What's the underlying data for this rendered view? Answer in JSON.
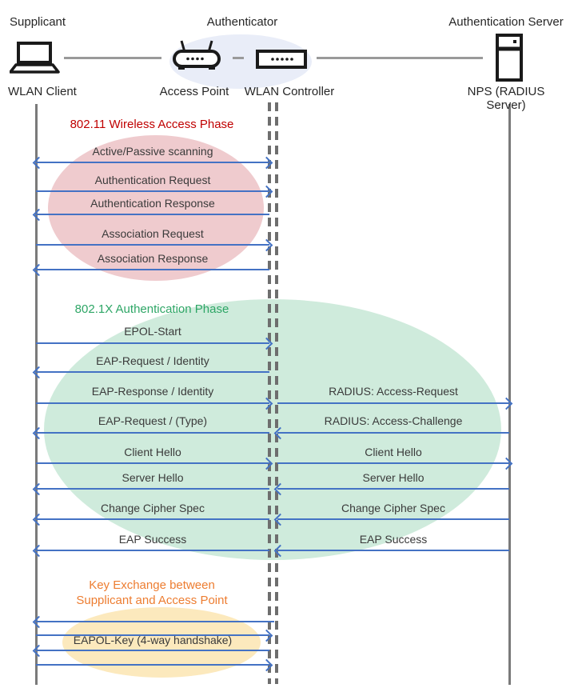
{
  "header": {
    "roles": {
      "supplicant": "Supplicant",
      "authenticator": "Authenticator",
      "auth_server": "Authentication Server"
    },
    "devices": {
      "wlan_client": "WLAN Client",
      "access_point": "Access Point",
      "wlan_controller": "WLAN Controller",
      "nps": "NPS (RADIUS Server)"
    },
    "icons": {
      "wlan_client": "laptop-icon",
      "access_point": "wireless-router-icon",
      "wlan_controller": "controller-box-icon",
      "nps": "server-tower-icon"
    }
  },
  "phases": {
    "p1": {
      "title": "802.11 Wireless Access Phase",
      "color": "#C00000",
      "ellipse_color": "#EFCBCE"
    },
    "p2": {
      "title": "802.1X Authentication Phase",
      "color": "#2EA666",
      "ellipse_color": "#CFEBDC"
    },
    "p3": {
      "line1": "Key Exchange between",
      "line2": "Supplicant and Access Point",
      "color": "#ED7D31",
      "ellipse_color": "#FCE9BD"
    }
  },
  "colors": {
    "arrow": "#4472C4",
    "lifeline": "#7a7a7a",
    "authenticator_ellipse": "#E9EDF8"
  },
  "messages": [
    {
      "label": "Active/Passive scanning",
      "segment": "supplicant-authenticator",
      "direction": "both"
    },
    {
      "label": "Authentication Request",
      "segment": "supplicant-authenticator",
      "direction": "right"
    },
    {
      "label": "Authentication Response",
      "segment": "supplicant-authenticator",
      "direction": "left"
    },
    {
      "label": "Association Request",
      "segment": "supplicant-authenticator",
      "direction": "right"
    },
    {
      "label": "Association Response",
      "segment": "supplicant-authenticator",
      "direction": "left"
    },
    {
      "label": "EPOL-Start",
      "segment": "supplicant-authenticator",
      "direction": "right"
    },
    {
      "label": "EAP-Request / Identity",
      "segment": "supplicant-authenticator",
      "direction": "left"
    },
    {
      "label": "EAP-Response / Identity",
      "segment": "supplicant-authenticator",
      "direction": "right"
    },
    {
      "label": "RADIUS: Access-Request",
      "segment": "authenticator-server",
      "direction": "right"
    },
    {
      "label": "EAP-Request / (Type)",
      "segment": "supplicant-authenticator",
      "direction": "left"
    },
    {
      "label": "RADIUS: Access-Challenge",
      "segment": "authenticator-server",
      "direction": "left"
    },
    {
      "label": "Client Hello",
      "segment": "supplicant-authenticator",
      "direction": "right"
    },
    {
      "label": "Client Hello",
      "segment": "authenticator-server",
      "direction": "right"
    },
    {
      "label": "Server Hello",
      "segment": "supplicant-authenticator",
      "direction": "left"
    },
    {
      "label": "Server Hello",
      "segment": "authenticator-server",
      "direction": "left"
    },
    {
      "label": "Change Cipher Spec",
      "segment": "supplicant-authenticator",
      "direction": "left"
    },
    {
      "label": "Change Cipher Spec",
      "segment": "authenticator-server",
      "direction": "left"
    },
    {
      "label": "EAP Success",
      "segment": "supplicant-authenticator",
      "direction": "left"
    },
    {
      "label": "EAP Success",
      "segment": "authenticator-server",
      "direction": "left"
    },
    {
      "label": "",
      "segment": "supplicant-authenticator",
      "direction": "left"
    },
    {
      "label": "",
      "segment": "supplicant-authenticator",
      "direction": "right"
    },
    {
      "label": "EAPOL-Key (4-way handshake)",
      "segment": "supplicant-authenticator",
      "direction": "left"
    },
    {
      "label": "",
      "segment": "supplicant-authenticator",
      "direction": "right"
    }
  ]
}
